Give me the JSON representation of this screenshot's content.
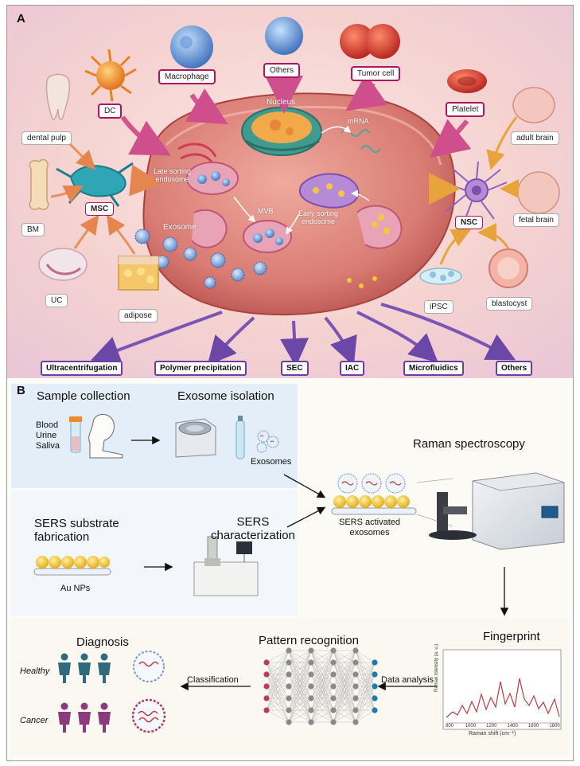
{
  "panel_a": {
    "letter": "A",
    "cell_types": {
      "dc": "DC",
      "macrophage": "Macrophage",
      "others": "Others",
      "tumor_cell": "Tumor cell",
      "platelet": "Platelet"
    },
    "msc": {
      "label": "MSC",
      "sources": {
        "dental_pulp": "dental pulp",
        "bm": "BM",
        "uc": "UC",
        "adipose": "adipose"
      }
    },
    "nsc": {
      "label": "NSC",
      "sources": {
        "adult_brain": "adult brain",
        "fetal_brain": "fetal brain",
        "ipsc": "iPSC",
        "blastocyst": "blastocyst"
      }
    },
    "cell_internal": {
      "nucleus": "Nucleus",
      "mrna": "mRNA",
      "late_endosome": "Late sorting\nendosome",
      "mvb": "MVB",
      "early_endosome": "Early sorting\nendosome",
      "exosome": "Exosome"
    },
    "isolation_methods": [
      "Ultracentrifugation",
      "Polymer precipitation",
      "SEC",
      "IAC",
      "Microfluidics",
      "Others"
    ]
  },
  "panel_b": {
    "letter": "B",
    "sample_collection": {
      "title": "Sample collection",
      "samples": [
        "Blood",
        "Urine",
        "Saliva"
      ]
    },
    "exosome_isolation": {
      "title": "Exosome isolation",
      "product": "Exosomes"
    },
    "raman": {
      "title": "Raman spectroscopy"
    },
    "sers_fabrication": {
      "title": "SERS substrate\nfabrication",
      "material": "Au NPs"
    },
    "sers_characterization": {
      "title": "SERS\ncharacterization"
    },
    "sers_exosomes": {
      "label": "SERS activated\nexosomes"
    },
    "fingerprint": {
      "title": "Fingerprint",
      "xlabel": "Raman shift (cm⁻¹)",
      "ylabel": "Raman intensity (a. u.)",
      "xticks": [
        "800",
        "1000",
        "1200",
        "1400",
        "1600",
        "1800"
      ]
    },
    "pattern_recognition": {
      "title": "Pattern recognition"
    },
    "data_analysis": "Data analysis",
    "classification": "Classification",
    "diagnosis": {
      "title": "Diagnosis",
      "groups": [
        "Healthy",
        "Cancer"
      ]
    }
  },
  "colors": {
    "panel_a_bg": "#f6d7d5",
    "cell_body": "#d9827b",
    "arrow_pink": "#d2558f",
    "arrow_orange": "#e8925b",
    "arrow_purple": "#7a55b5",
    "healthy": "#2f6a7d",
    "cancer": "#8c3a7c",
    "au_np": "#f2c21b"
  }
}
